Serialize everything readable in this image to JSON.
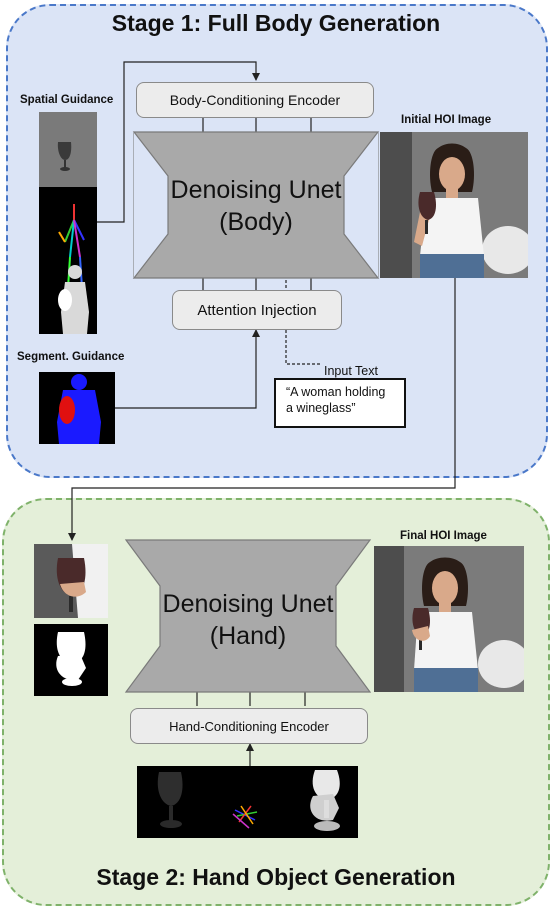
{
  "stage1": {
    "title": "Stage 1: Full Body Generation",
    "body_encoder": "Body-Conditioning Encoder",
    "unet_title": "Denoising Unet",
    "unet_sub": "(Body)",
    "attention": "Attention Injection",
    "spatial_label": "Spatial Guidance",
    "segment_label": "Segment. Guidance",
    "input_text_label": "Input Text",
    "input_text_line1": "“A woman holding",
    "input_text_line2": "a wineglass”",
    "initial_label": "Initial HOI Image"
  },
  "stage2": {
    "title": "Stage 2: Hand Object Generation",
    "unet_title": "Denoising Unet",
    "unet_sub": "(Hand)",
    "hand_encoder": "Hand-Conditioning Encoder",
    "final_label": "Final HOI Image"
  },
  "colors": {
    "stage1_border": "#4a78c9",
    "stage1_fill": "#dbe4f6",
    "stage2_border": "#7fb26a",
    "stage2_fill": "#e4efd9",
    "unet_fill": "#a9a9a9",
    "segment_blue": "#1a1aff",
    "segment_red": "#e01010"
  }
}
